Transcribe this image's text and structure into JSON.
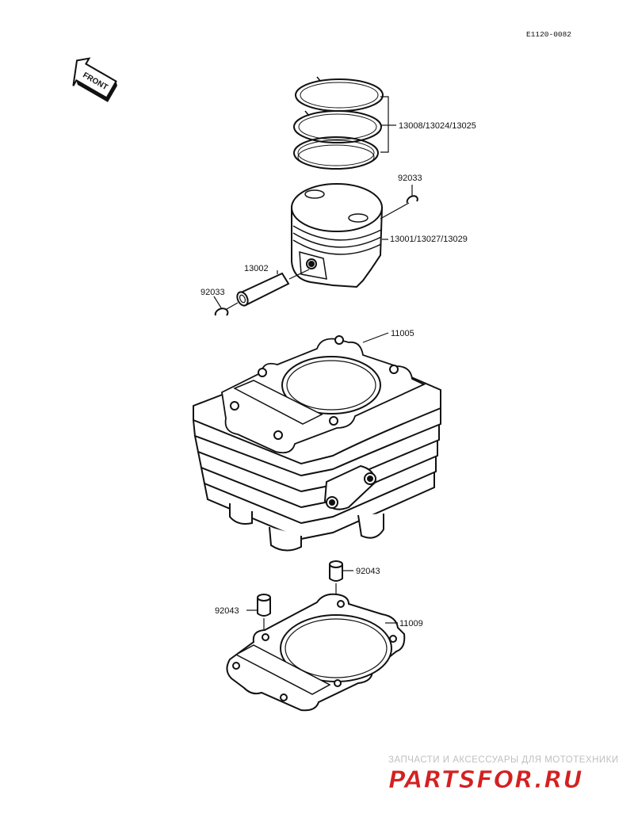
{
  "diagram_code": "E1120-0082",
  "front_label": "FRONT",
  "callouts": {
    "piston_rings": "13008/13024/13025",
    "circlip_right": "92033",
    "piston": "13001/13027/13029",
    "piston_pin": "13002",
    "circlip_left": "92033",
    "cylinder": "11005",
    "dowel_right": "92043",
    "dowel_left": "92043",
    "gasket": "11009"
  },
  "watermark": {
    "tagline": "ЗАПЧАСТИ И АКСЕССУАРЫ ДЛЯ МОТОТЕХНИКИ",
    "logo": "PARTSFOR.RU",
    "color": "#d42020"
  }
}
